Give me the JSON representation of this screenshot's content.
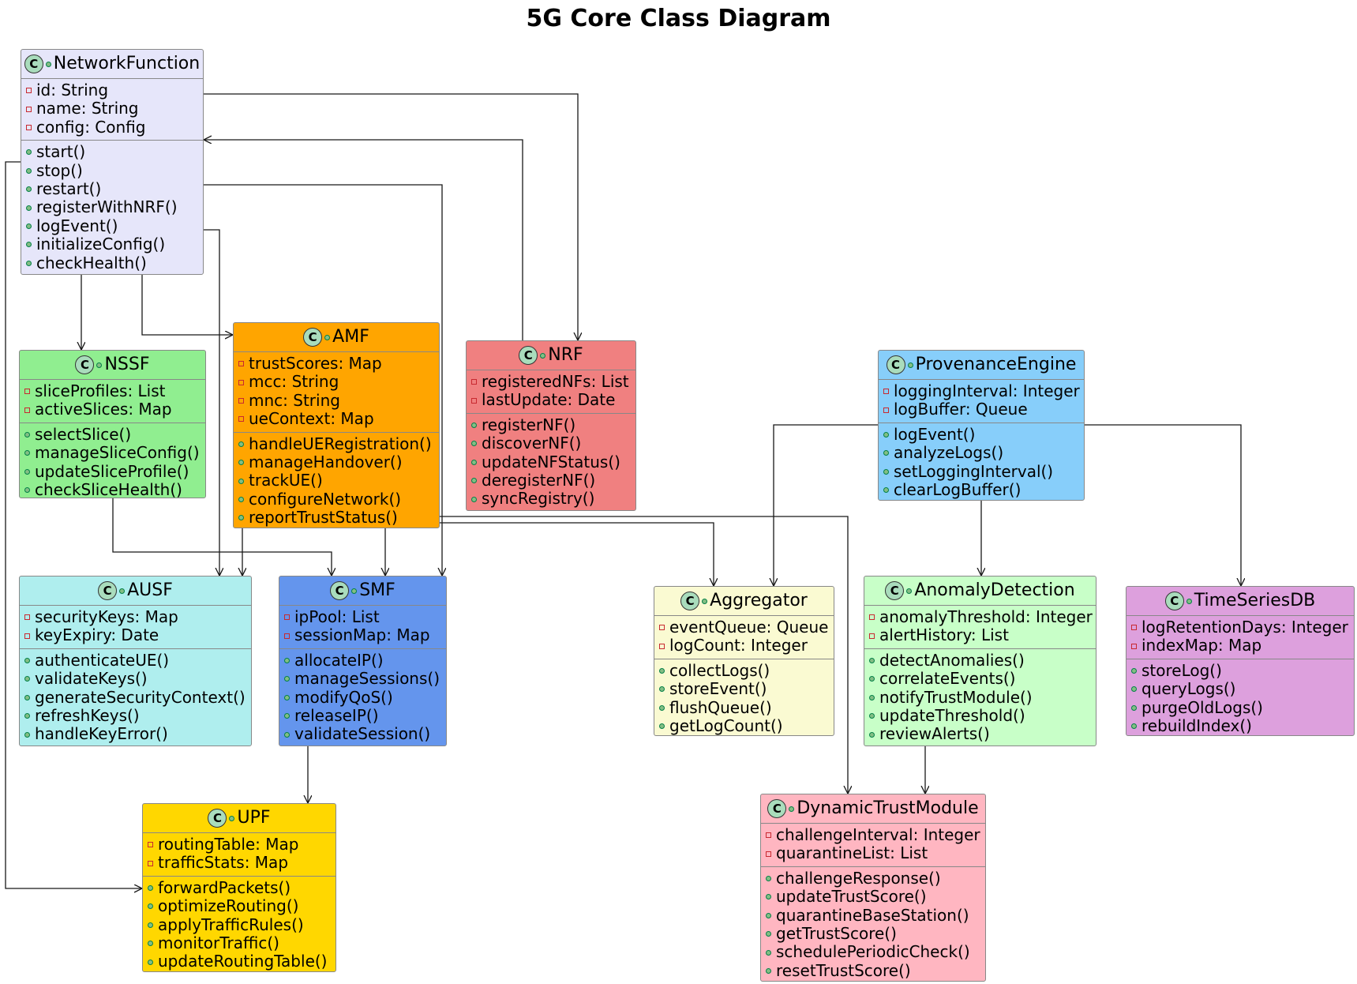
{
  "title": "5G Core Class Diagram",
  "class_icon_letter": "C",
  "classes": {
    "network_function": {
      "name": "NetworkFunction",
      "color": "#E6E6FA",
      "attributes": [
        "id: String",
        "name: String",
        "config: Config"
      ],
      "methods": [
        "start()",
        "stop()",
        "restart()",
        "registerWithNRF()",
        "logEvent()",
        "initializeConfig()",
        "checkHealth()"
      ]
    },
    "nssf": {
      "name": "NSSF",
      "color": "#90EE90",
      "attributes": [
        "sliceProfiles: List",
        "activeSlices: Map"
      ],
      "methods": [
        "selectSlice()",
        "manageSliceConfig()",
        "updateSliceProfile()",
        "checkSliceHealth()"
      ]
    },
    "amf": {
      "name": "AMF",
      "color": "#FFA500",
      "attributes": [
        "trustScores: Map",
        "mcc: String",
        "mnc: String",
        "ueContext: Map"
      ],
      "methods": [
        "handleUERegistration()",
        "manageHandover()",
        "trackUE()",
        "configureNetwork()",
        "reportTrustStatus()"
      ]
    },
    "nrf": {
      "name": "NRF",
      "color": "#F08080",
      "attributes": [
        "registeredNFs: List",
        "lastUpdate: Date"
      ],
      "methods": [
        "registerNF()",
        "discoverNF()",
        "updateNFStatus()",
        "deregisterNF()",
        "syncRegistry()"
      ]
    },
    "provenance_engine": {
      "name": "ProvenanceEngine",
      "color": "#87CEFA",
      "attributes": [
        "loggingInterval: Integer",
        "logBuffer: Queue"
      ],
      "methods": [
        "logEvent()",
        "analyzeLogs()",
        "setLoggingInterval()",
        "clearLogBuffer()"
      ]
    },
    "ausf": {
      "name": "AUSF",
      "color": "#AFEEEE",
      "attributes": [
        "securityKeys: Map",
        "keyExpiry: Date"
      ],
      "methods": [
        "authenticateUE()",
        "validateKeys()",
        "generateSecurityContext()",
        "refreshKeys()",
        "handleKeyError()"
      ]
    },
    "smf": {
      "name": "SMF",
      "color": "#6495ED",
      "attributes": [
        "ipPool: List",
        "sessionMap: Map"
      ],
      "methods": [
        "allocateIP()",
        "manageSessions()",
        "modifyQoS()",
        "releaseIP()",
        "validateSession()"
      ]
    },
    "aggregator": {
      "name": "Aggregator",
      "color": "#FAFAD2",
      "attributes": [
        "eventQueue: Queue",
        "logCount: Integer"
      ],
      "methods": [
        "collectLogs()",
        "storeEvent()",
        "flushQueue()",
        "getLogCount()"
      ]
    },
    "anomaly_detection": {
      "name": "AnomalyDetection",
      "color": "#C8FFC8",
      "attributes": [
        "anomalyThreshold: Integer",
        "alertHistory: List"
      ],
      "methods": [
        "detectAnomalies()",
        "correlateEvents()",
        "notifyTrustModule()",
        "updateThreshold()",
        "reviewAlerts()"
      ]
    },
    "time_series_db": {
      "name": "TimeSeriesDB",
      "color": "#DDA0DD",
      "attributes": [
        "logRetentionDays: Integer",
        "indexMap: Map"
      ],
      "methods": [
        "storeLog()",
        "queryLogs()",
        "purgeOldLogs()",
        "rebuildIndex()"
      ]
    },
    "upf": {
      "name": "UPF",
      "color": "#FFD700",
      "attributes": [
        "routingTable: Map",
        "trafficStats: Map"
      ],
      "methods": [
        "forwardPackets()",
        "optimizeRouting()",
        "applyTrafficRules()",
        "monitorTraffic()",
        "updateRoutingTable()"
      ]
    },
    "dynamic_trust_module": {
      "name": "DynamicTrustModule",
      "color": "#FFB6C1",
      "attributes": [
        "challengeInterval: Integer",
        "quarantineList: List"
      ],
      "methods": [
        "challengeResponse()",
        "updateTrustScore()",
        "quarantineBaseStation()",
        "getTrustScore()",
        "schedulePeriodicCheck()",
        "resetTrustScore()"
      ]
    }
  },
  "relations": [
    {
      "from": "NetworkFunction",
      "to": "NSSF"
    },
    {
      "from": "NetworkFunction",
      "to": "AMF"
    },
    {
      "from": "NetworkFunction",
      "to": "NRF"
    },
    {
      "from": "NetworkFunction",
      "to": "SMF"
    },
    {
      "from": "NetworkFunction",
      "to": "AUSF"
    },
    {
      "from": "NetworkFunction",
      "to": "UPF"
    },
    {
      "from": "NRF",
      "to": "NetworkFunction"
    },
    {
      "from": "NSSF",
      "to": "SMF"
    },
    {
      "from": "AMF",
      "to": "AUSF"
    },
    {
      "from": "AMF",
      "to": "SMF"
    },
    {
      "from": "AMF",
      "to": "Aggregator"
    },
    {
      "from": "AMF",
      "to": "DynamicTrustModule"
    },
    {
      "from": "SMF",
      "to": "UPF"
    },
    {
      "from": "ProvenanceEngine",
      "to": "Aggregator"
    },
    {
      "from": "ProvenanceEngine",
      "to": "AnomalyDetection"
    },
    {
      "from": "ProvenanceEngine",
      "to": "TimeSeriesDB"
    },
    {
      "from": "AnomalyDetection",
      "to": "DynamicTrustModule"
    }
  ]
}
